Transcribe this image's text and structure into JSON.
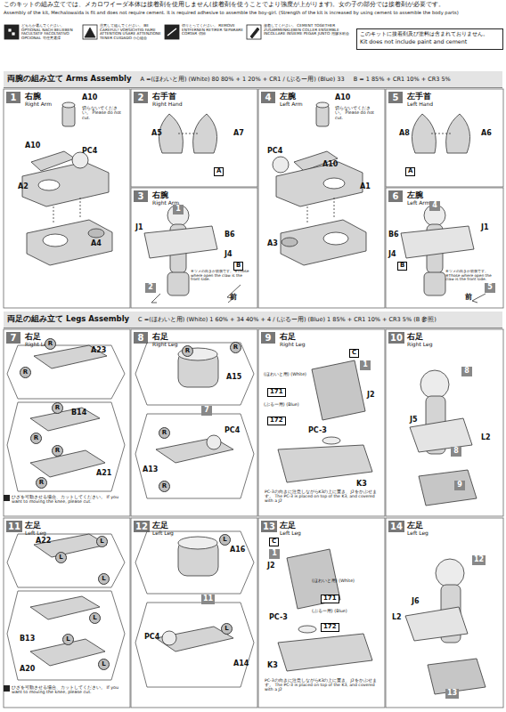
{
  "diagram": {
    "nodes": [
      {
        "text": [
          "このキットに接着剤及び塗料は含まれておりません。",
          "Kit does not include paint and cement"
        ]
      },
      {
        "text": [
          "両腕の組み立て Arms Assembly",
          "A =(ほわいと用) (White) 80 80% + 1 20% + CR1 / (ぶるー用) (Blue) 33",
          "B = 1 85% + CR1 10% + CR3 5%"
        ]
      },
      {
        "text": [
          "1",
          "右腕",
          "Right Arm"
        ]
      },
      {
        "text": [
          "2",
          "右手首",
          "Right Hand"
        ]
      },
      {
        "text": [
          "3",
          "右腕",
          "Right Arm"
        ]
      },
      {
        "text": [
          "4",
          "左腕",
          "Left Arm"
        ]
      },
      {
        "text": [
          "5",
          "左手首",
          "Left Hand"
        ]
      },
      {
        "text": [
          "6",
          "左腕",
          "Left Arm"
        ]
      },
      {
        "text": [
          "両足の組み立て Legs Assembly",
          "C =(ほわいと用) (White) 1 60% + 34 40% + 4 / (ぶるー用) (Blue) 1 85% + CR1 10% + CR3 5% (B 参照)"
        ]
      },
      {
        "text": [
          "7",
          "右足",
          "Right Leg"
        ]
      },
      {
        "text": [
          "8",
          "右足",
          "Right Leg"
        ]
      },
      {
        "text": [
          "9",
          "右足",
          "Right Leg"
        ]
      },
      {
        "text": [
          "10",
          "右足",
          "Right Leg"
        ]
      },
      {
        "text": [
          "11",
          "左足",
          "Left Leg"
        ]
      },
      {
        "text": [
          "12",
          "左足",
          "Left Leg"
        ]
      },
      {
        "text": [
          "13",
          "左足",
          "Left Leg"
        ]
      },
      {
        "text": [
          "14",
          "左足",
          "Left Leg"
        ]
      }
    ],
    "labels": [
      "このキットの組み立てでは、メカロワイーダ本体は接着剤を使用しません(接着剤を使うことでより強度が上がります)。女の子の部分では接着剤が必要です。",
      "Assembly of the kit, Mechalowaida is fit and does not require cement. It is required adhesive to assemble the boy-girl. (Strength of the kit is increased by using cement to assemble the body parts)",
      "どちらか選んでください。 OPTIONAL NACH BELIEBEN FACULTATIF FACOLTATIVO OPCIONAL 可任意選擇",
      "注意して組んでください。 BE CAREFUL! VORSICHTIG FAIRE ATTENTION USARE ATTENZIONE TENER CUIDADO 小心組合",
      "切りとってください。 REMOVE ENTFERNEN RETIRER SEPARARE CORTAR 切除",
      "接着してください。 CEMENT TOGETHER ZUSAMMENKLEBEN COLLER ENSEMBLE INCOLLARE INSIEME PEGAR JUNTO 用膠水粘合",
      "A10",
      "切らないでください。 Please do not cut.",
      "A10",
      "PC4",
      "A2",
      "A4",
      "A5",
      "A7",
      "A",
      "1",
      "J1",
      "B6",
      "J4",
      "B",
      "※ツメの向きが前側です。 ※Those where open the claw is the front side.",
      "2",
      "前",
      "A10",
      "切らないでください。 Please do not cut.",
      "PC4",
      "A10",
      "A1",
      "A3",
      "A8",
      "A6",
      "A",
      "4",
      "J1",
      "B6",
      "J4",
      "B",
      "※ツメの向きが前側です。 ※Those where open the claw is the front side.",
      "5",
      "前",
      "R",
      "A23",
      "R",
      "R",
      "B14",
      "R",
      "R",
      "A21",
      "R",
      "ひざを可動させる場合、カットしてください。 If you want to moving the knee, please cut.",
      "R",
      "R",
      "A15",
      "7",
      "PC4",
      "R",
      "A13",
      "R",
      "C",
      "1",
      "J2",
      "(ほわいと用) (White)",
      "171",
      "(ぶるー用) (Blue)",
      "172",
      "PC-3",
      "K3",
      "PC-3の向きに注意しながらK3の上に置き、J2をかぶせます。 The PC-3 is placed on top of the K3, and covered with a J2",
      "8",
      "J5",
      "L2",
      "8",
      "9",
      "A22",
      "L",
      "L",
      "L",
      "B13",
      "L",
      "L",
      "A20",
      "L",
      "ひざを可動させる場合、カットしてください。 If you want to moving the knee, please cut.",
      "L",
      "A16",
      "11",
      "PC4",
      "L",
      "A14",
      "C",
      "1",
      "J2",
      "(ほわいと用) (White)",
      "171",
      "(ぶるー用) (Blue)",
      "172",
      "PC-3",
      "K3",
      "PC-3の向きに注意しながらK3の上に置き、J2をかぶせます。 The PC-3 is placed on top of the K3, and covered with a J2",
      "12",
      "L2",
      "J6",
      "13"
    ]
  }
}
